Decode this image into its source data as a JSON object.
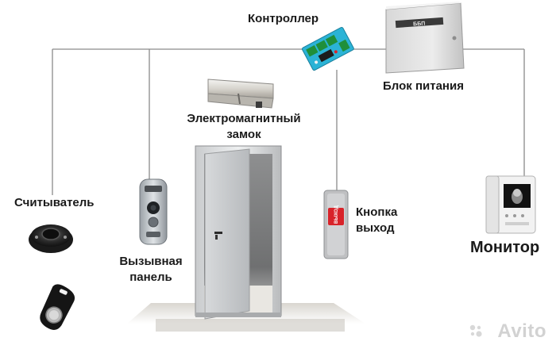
{
  "labels": {
    "controller": "Контроллер",
    "power_supply": "Блок питания",
    "maglock_line1": "Электромагнитный",
    "maglock_line2": "замок",
    "reader": "Считыватель",
    "call_panel_line1": "Вызывная",
    "call_panel_line2": "панель",
    "exit_button_line1": "Кнопка",
    "exit_button_line2": "выход",
    "monitor": "Монитор"
  },
  "device_text": {
    "exit_button_caption": "ВЫХОД",
    "power_box_caption": "ББП"
  },
  "watermark": "Avito",
  "colors": {
    "wire": "#8a8a8a",
    "controller_board": "#2bb3d6",
    "terminal_green": "#1f8f3a",
    "exit_button_red": "#d8232a",
    "text": "#1a1a1a"
  },
  "icons": [
    "controller-board-icon",
    "power-supply-box-icon",
    "magnetic-lock-icon",
    "door-icon",
    "card-reader-icon",
    "key-fob-icon",
    "call-panel-icon",
    "exit-button-icon",
    "video-monitor-icon",
    "avito-logo-icon"
  ]
}
